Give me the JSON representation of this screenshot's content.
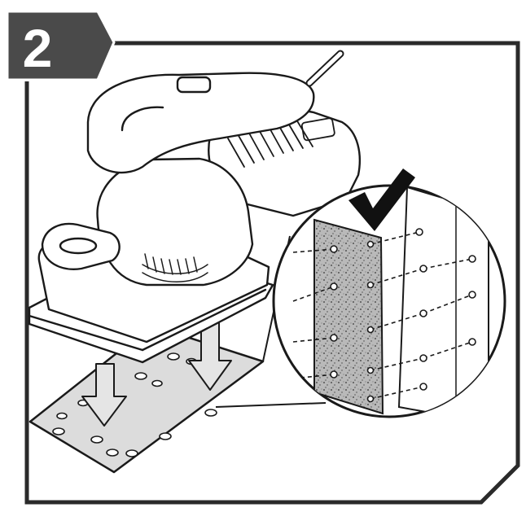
{
  "step": {
    "number": "2",
    "badge_color": "#4a4a4a",
    "text_color": "#ffffff"
  },
  "colors": {
    "ink": "#1a1a1a",
    "frame": "#2a2a2a",
    "sheet": "#dcdcdc",
    "sandpaper": "#b9b9b9",
    "paper": "#ffffff"
  },
  "icons": {
    "step_badge": "step-number-badge",
    "check": "check-mark-icon",
    "arrows": "down-arrow-icon",
    "magnifier": "magnify-circle"
  }
}
